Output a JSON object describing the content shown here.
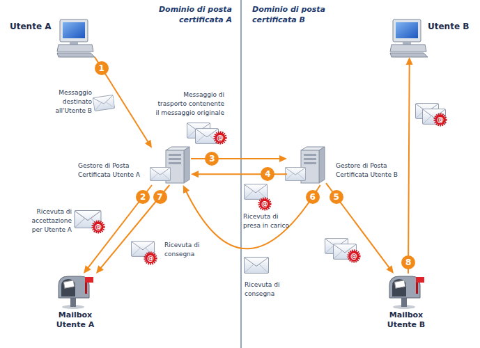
{
  "diagram": {
    "nodes": [
      {
        "text": [
          "Utente A"
        ]
      },
      {
        "text": [
          "Utente B"
        ]
      },
      {
        "text": [
          "Gestore di Posta Certificata Utente A"
        ]
      },
      {
        "text": [
          "Gestore di Posta Certificata Utente B"
        ]
      },
      {
        "text": [
          "Mailbox Utente A"
        ]
      },
      {
        "text": [
          "Mailbox Utente B"
        ]
      }
    ],
    "edges": [
      {
        "from": 0,
        "to": 2,
        "label": "1",
        "arrow": "to"
      },
      {
        "from": 2,
        "to": 4,
        "label": "2",
        "arrow": "to"
      },
      {
        "from": 2,
        "to": 3,
        "label": "3",
        "arrow": "to"
      },
      {
        "from": 3,
        "to": 2,
        "label": "4",
        "arrow": "to"
      },
      {
        "from": 3,
        "to": 5,
        "label": "5",
        "arrow": "to"
      },
      {
        "from": 3,
        "to": 2,
        "label": "6",
        "arrow": "to"
      },
      {
        "from": 2,
        "to": 4,
        "label": "7",
        "arrow": "to"
      },
      {
        "from": 5,
        "to": 1,
        "label": "8",
        "arrow": "to"
      }
    ],
    "labels": [
      "Dominio di posta certificata A",
      "Dominio di posta certificata B",
      "Messaggio destinato all'Utente B",
      "Messaggio di trasporto contenente il messaggio originale",
      "@",
      "@",
      "@",
      "Ricevuta di accettazione per Utente A",
      "@",
      "Ricevuta di presa in carico",
      "Ricevuta di consegna",
      "@",
      "@",
      "Ricevuta di consegna"
    ]
  }
}
